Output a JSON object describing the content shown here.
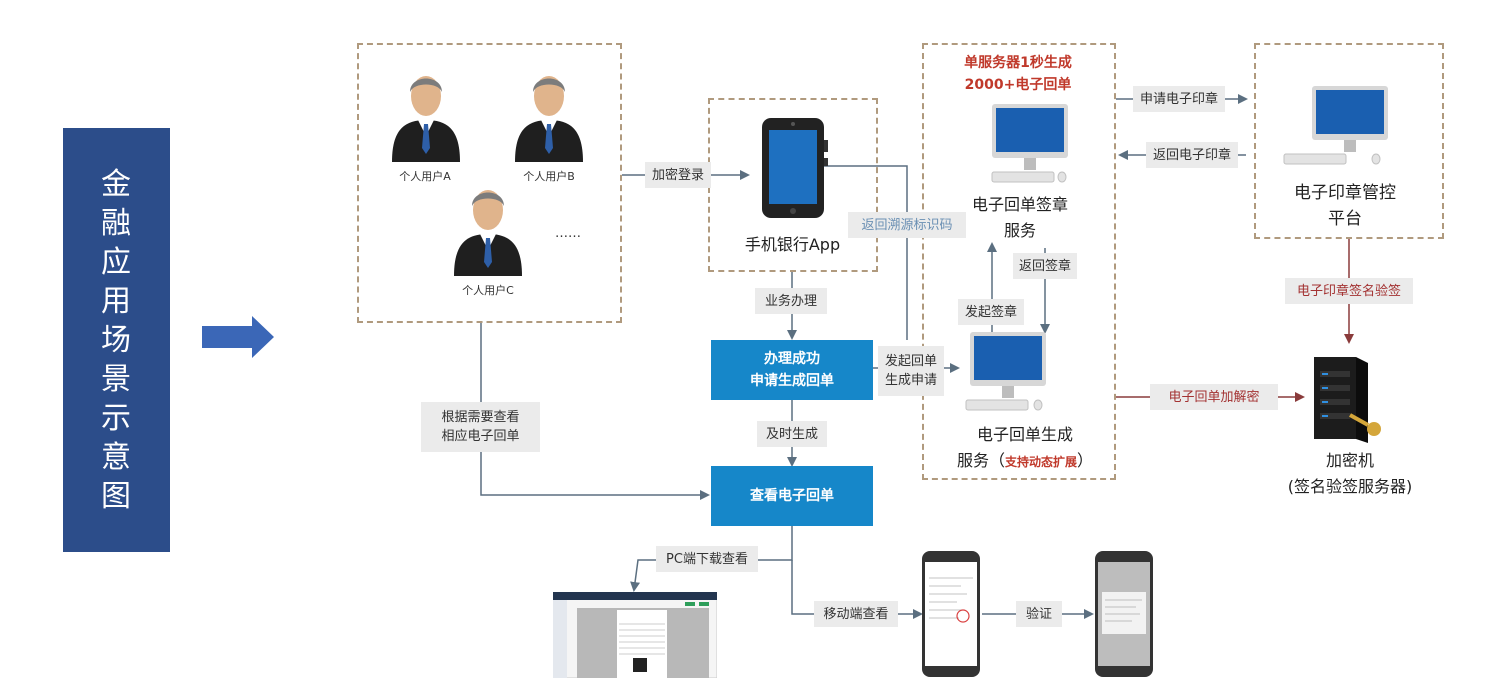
{
  "sidebar": {
    "title": "金融应用场景示意图"
  },
  "users": {
    "a": "个人用户A",
    "b": "个人用户B",
    "c": "个人用户C",
    "more": "……"
  },
  "flow": {
    "encrypted_login": "加密登录",
    "mobile_app": "手机银行App",
    "business_handling": "业务办理",
    "success_line1": "办理成功",
    "success_line2": "申请生成回单",
    "timely_generate": "及时生成",
    "view_receipt": "查看电子回单",
    "view_as_needed_line1": "根据需要查看",
    "view_as_needed_line2": "相应电子回单",
    "pc_download": "PC端下载查看",
    "mobile_view": "移动端查看",
    "verify": "验证",
    "return_trace_code": "返回溯源标识码",
    "initiate_request_line1": "发起回单",
    "initiate_request_line2": "生成申请"
  },
  "server": {
    "capacity_line1": "单服务器1秒生成",
    "capacity_line2": "2000+电子回单",
    "sign_service_line1": "电子回单签章",
    "sign_service_line2": "服务",
    "return_sign": "返回签章",
    "initiate_sign": "发起签章",
    "gen_service_line1": "电子回单生成",
    "gen_service_line2": "服务（",
    "dynamic_scale": "支持动态扩展",
    "gen_service_close": "）"
  },
  "seal": {
    "apply_seal": "申请电子印章",
    "return_seal": "返回电子印章",
    "platform_line1": "电子印章管控",
    "platform_line2": "平台",
    "sign_verify": "电子印章签名验签",
    "encrypt_decrypt": "电子回单加解密",
    "hsm_line1": "加密机",
    "hsm_line2": "(签名验签服务器)"
  },
  "colors": {
    "sidebar": "#2c4d8a",
    "arrow_blue": "#3b67b7",
    "process_blue": "#1687c9",
    "dash_border": "#b09a7e",
    "red_accent": "#a33232"
  }
}
